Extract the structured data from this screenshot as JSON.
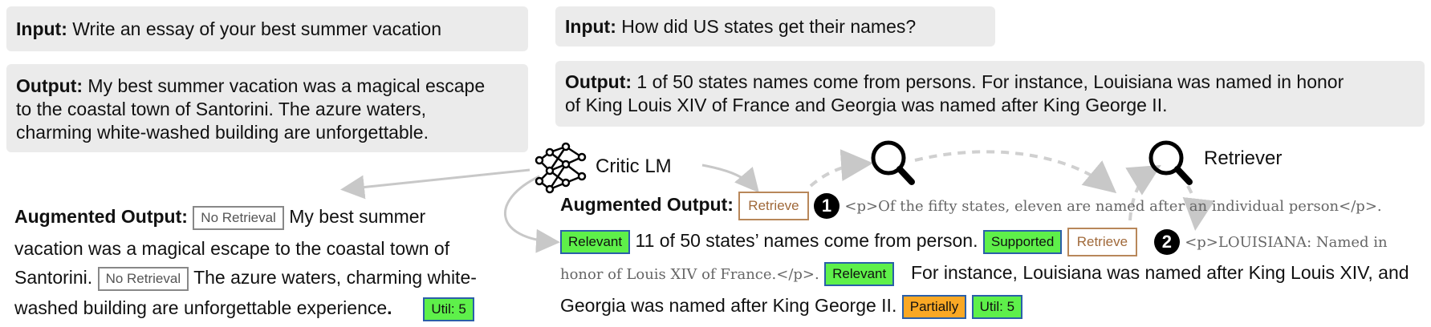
{
  "left": {
    "input_label": "Input:",
    "input_text": "Write an essay of your best summer vacation",
    "output_label": "Output:",
    "output_line1": "My best summer vacation was a magical escape",
    "output_line2": "to the coastal town of Santorini. The azure waters,",
    "output_line3": "charming white-washed building are unforgettable.",
    "aug_label": "Augmented Output:",
    "no_retrieval": "No Retrieval",
    "aug_line1_text": "My best summer",
    "aug_line2": "vacation was a magical escape to the coastal town of",
    "aug_line3_a": "Santorini.",
    "aug_line3_b": "The azure waters, charming white-",
    "aug_line4": "washed building are unforgettable experience",
    "aug_line4_end": ".",
    "util": "Util: 5"
  },
  "right": {
    "input_label": "Input:",
    "input_text": "How did US states get their names?",
    "output_label": "Output:",
    "output_line1": "1 of 50 states names come from persons. For instance, Louisiana was named in honor",
    "output_line2": "of King Louis XIV of France and Georgia was named after King George II.",
    "critic_label": "Critic LM",
    "retriever_label": "Retriever",
    "aug_label": "Augmented Output:",
    "retrieve": "Retrieve",
    "num1": "1",
    "num2": "2",
    "passage1": "<p>Of the fifty states, eleven are named after an individual person</p>.",
    "relevant": "Relevant",
    "line2_text": "11 of 50 states’ names come from person.",
    "supported": "Supported",
    "passage2a": "<p>LOUISIANA: Named in",
    "passage2b": "honor of Louis XIV of France.</p>.",
    "line3_text": "For instance, Louisiana was named after King Louis XIV, and",
    "line4_text": "Georgia was named after King George II.",
    "partially": "Partially",
    "util": "Util: 5"
  },
  "colors": {
    "box_bg": "#ebebeb",
    "green_tag": "#5ef04a",
    "orange_tag": "#f9a825",
    "tag_border": "#2a5fa8",
    "retrieve_border": "#b8875a"
  },
  "icons": [
    "neural-network-icon",
    "magnifier-icon"
  ]
}
